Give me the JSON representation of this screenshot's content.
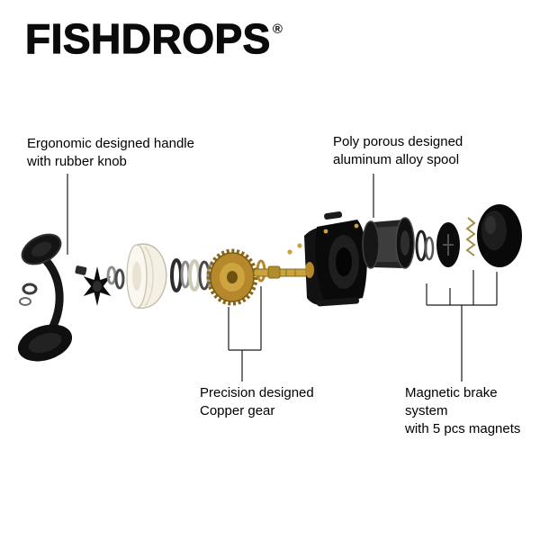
{
  "brand": {
    "name": "FISHDROPS",
    "registered": "®"
  },
  "annotations": {
    "handle": "Ergonomic designed handle\nwith rubber knob",
    "spool": "Poly porous designed\naluminum alloy spool",
    "gear": "Precision designed\nCopper gear",
    "brake": "Magnetic brake system\nwith 5 pcs magnets"
  },
  "diagram": {
    "subject": "exploded view of baitcasting fishing reel",
    "parts": [
      "handle",
      "star-drag",
      "bearing-washers",
      "drag-cone",
      "washer-stack",
      "copper-gear",
      "pinion-washer",
      "main-shaft",
      "reel-body",
      "spool",
      "retaining-rings",
      "brake-plate",
      "spring",
      "side-cover"
    ]
  },
  "colors": {
    "background": "#ffffff",
    "text": "#000000",
    "part_black": "#0d0d0d",
    "brass": "#b5892b",
    "callout_line": "#1a1a1a"
  }
}
